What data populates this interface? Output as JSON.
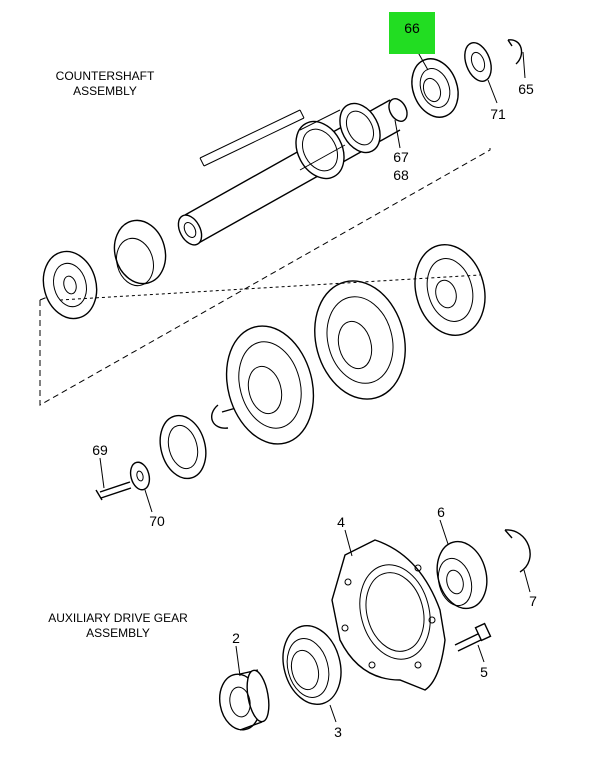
{
  "assembly_labels": {
    "countershaft": [
      "COUNTERSHAFT",
      "ASSEMBLY"
    ],
    "aux_drive": [
      "AUXILIARY DRIVE GEAR",
      "ASSEMBLY"
    ]
  },
  "callouts": {
    "c66": "66",
    "c65": "65",
    "c71": "71",
    "c67": "67",
    "c68": "68",
    "c69": "69",
    "c70": "70",
    "c4": "4",
    "c6": "6",
    "c7": "7",
    "c2": "2",
    "c5": "5",
    "c3": "3"
  },
  "highlight": {
    "part": "66",
    "color": "#22dd22"
  }
}
